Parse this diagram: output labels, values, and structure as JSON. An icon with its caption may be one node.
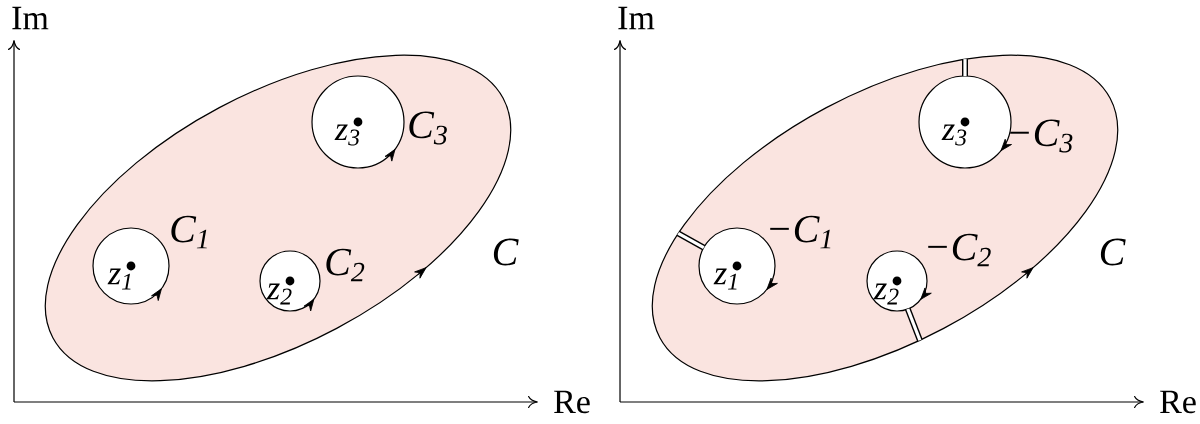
{
  "diagram": {
    "nodes": [
      {
        "text": [],
        "shape": "ellipse",
        "beside": [
          "C"
        ]
      },
      {
        "text": [
          "z$_{1}$"
        ],
        "in": 0,
        "beside": [
          "C$_{1}$"
        ]
      },
      {
        "text": [
          "z$_{2}$"
        ],
        "in": 0,
        "beside": [
          "C$_{2}$"
        ]
      },
      {
        "text": [
          "z$_{3}$"
        ],
        "in": 0,
        "beside": [
          "C$_{3}$"
        ]
      },
      {
        "text": [],
        "shape": "ellipse",
        "beside": [
          "C"
        ]
      },
      {
        "text": [
          "z$_{1}$"
        ],
        "in": 4,
        "beside": [
          "−C$_{1}$"
        ]
      },
      {
        "text": [
          "z$_{2}$"
        ],
        "in": 4,
        "beside": [
          "−C$_{2}$"
        ]
      },
      {
        "text": [
          "z$_{3}$"
        ],
        "in": 4,
        "beside": [
          "−C$_{3}$"
        ]
      }
    ],
    "labels": [
      "Im",
      "Re",
      "Im",
      "Re"
    ]
  }
}
